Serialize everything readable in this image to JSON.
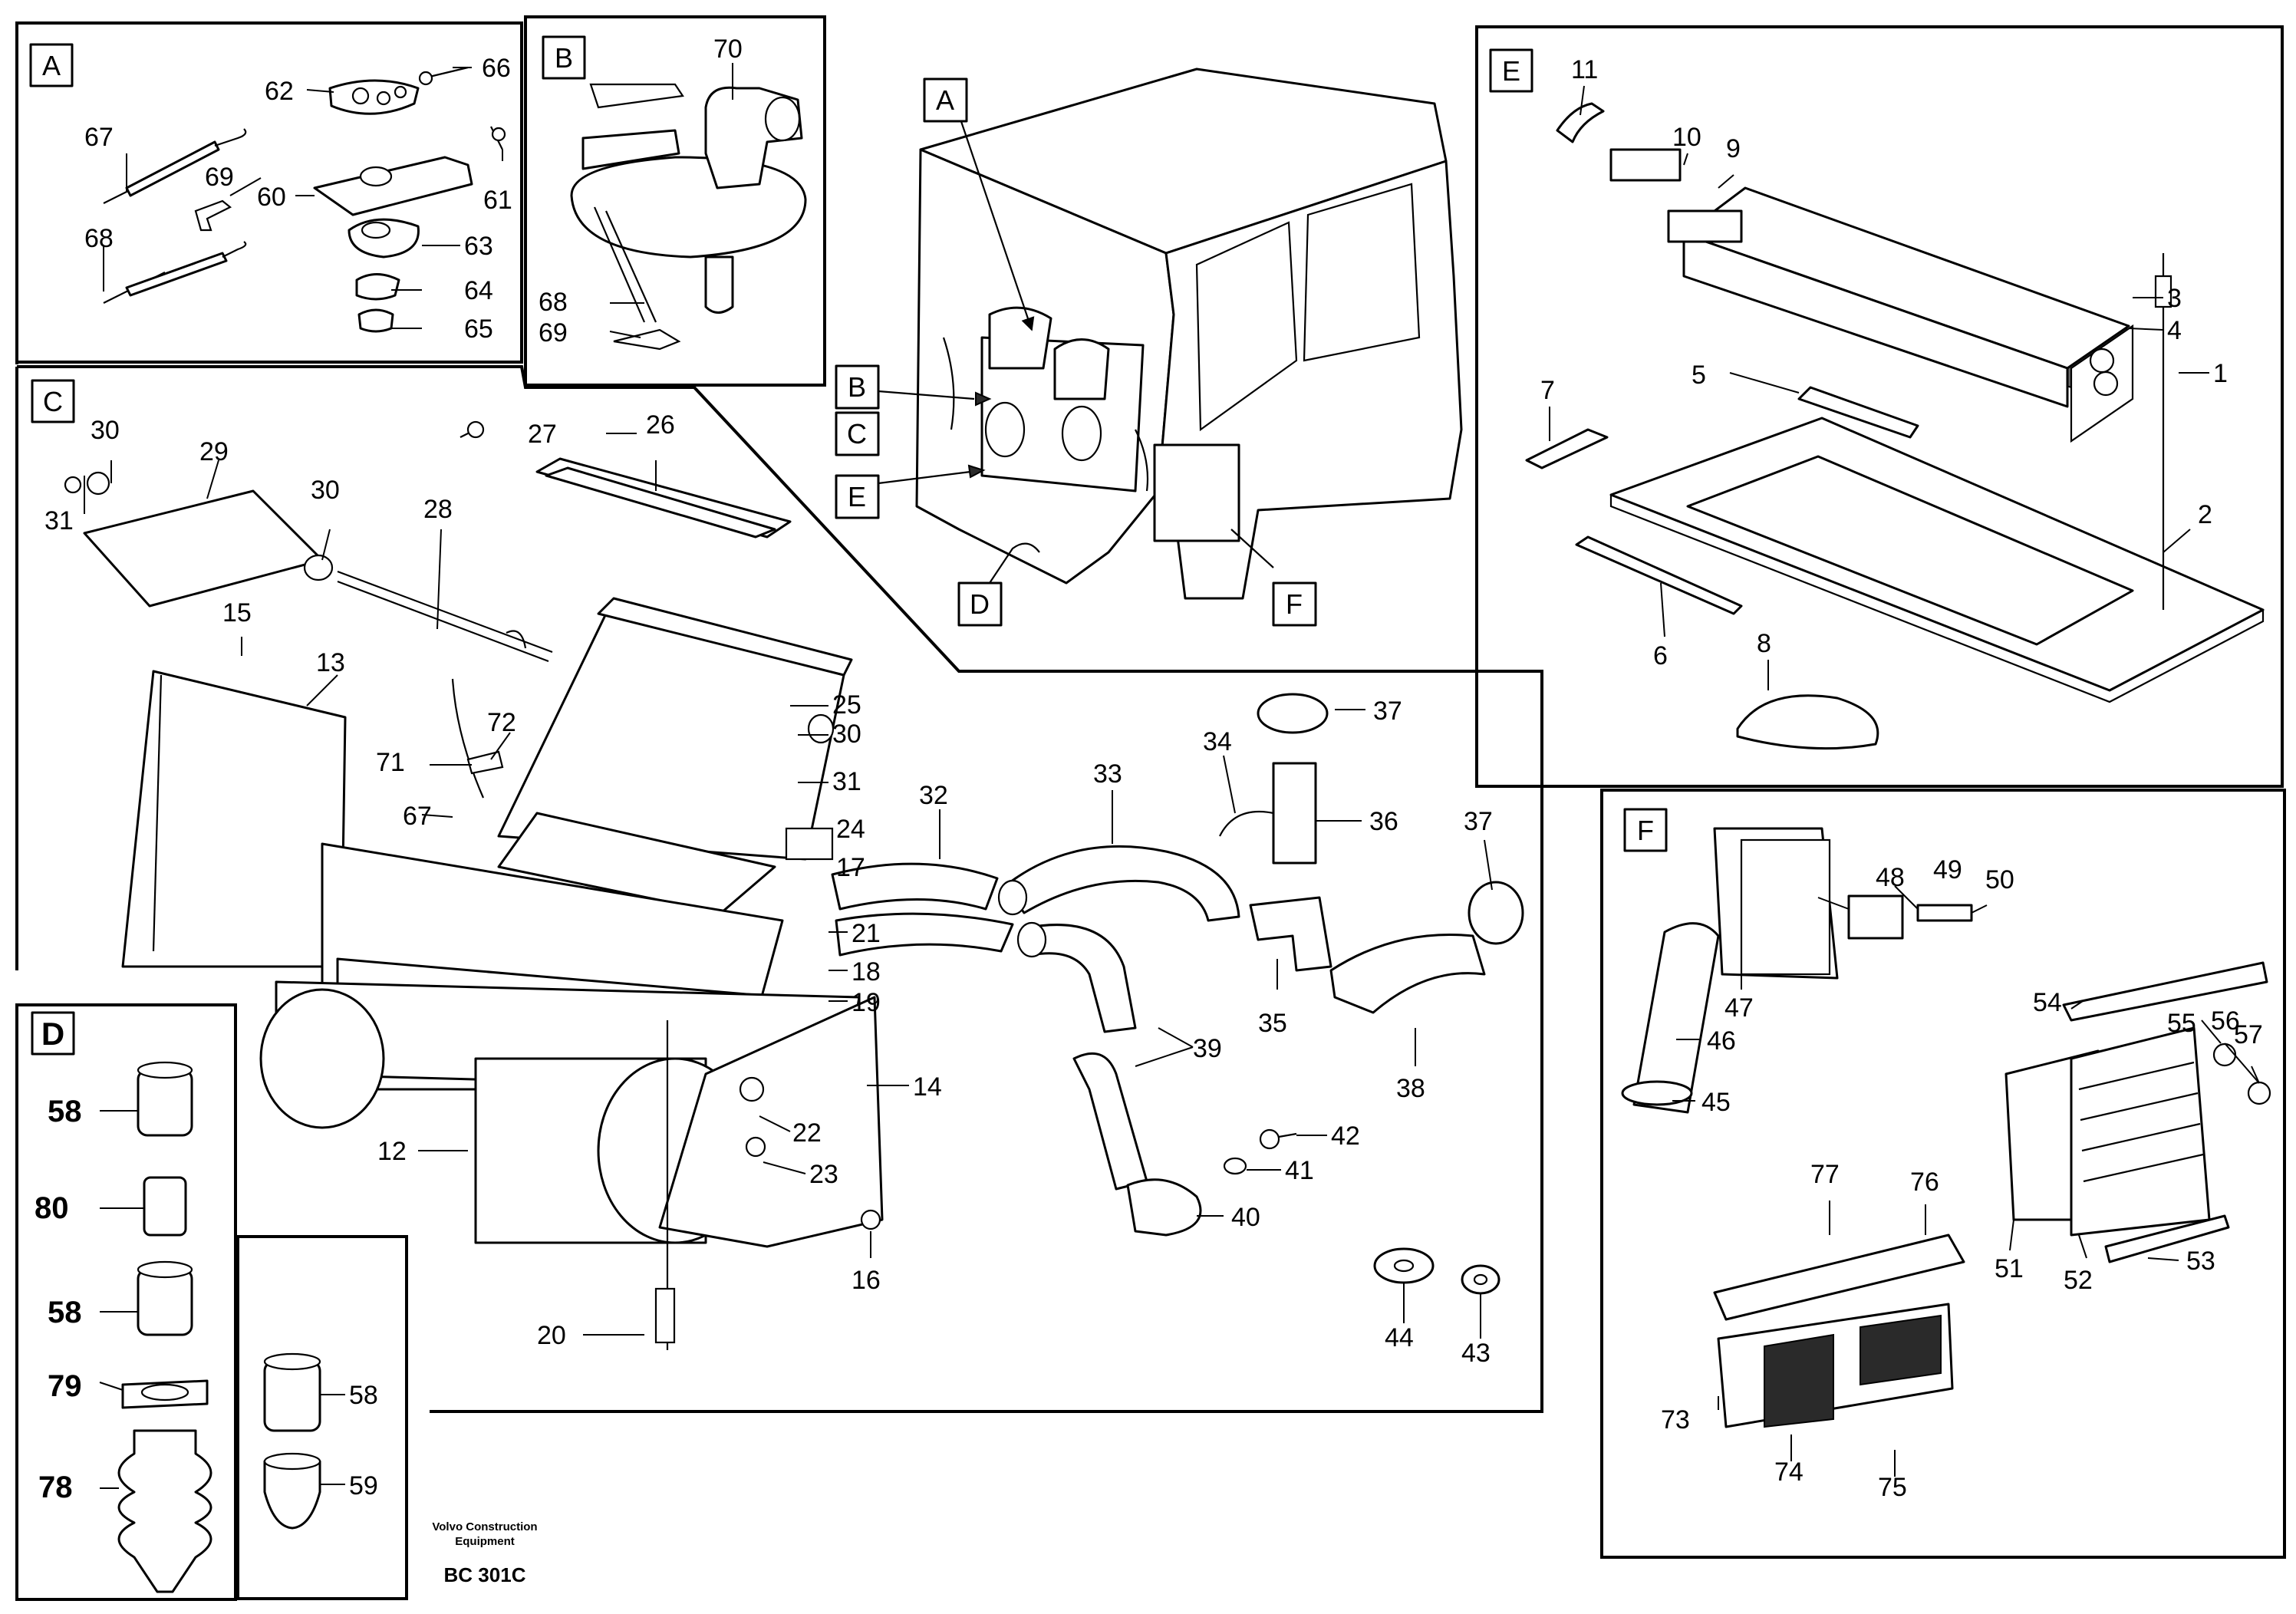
{
  "footer": {
    "company_line1": "Volvo Construction",
    "company_line2": "Equipment",
    "code": "BC 301C"
  },
  "section_labels": {
    "A": "A",
    "B": "B",
    "C": "C",
    "D": "D",
    "E": "E",
    "F": "F"
  },
  "callouts": {
    "overview": [
      "A",
      "B",
      "C",
      "E",
      "D",
      "F"
    ],
    "A": [
      "66",
      "62",
      "67",
      "69",
      "60",
      "61",
      "63",
      "68",
      "64",
      "65"
    ],
    "B": [
      "70",
      "68",
      "69"
    ],
    "C": [
      "27",
      "26",
      "30",
      "31",
      "29",
      "30",
      "28",
      "15",
      "13",
      "72",
      "71",
      "25",
      "30",
      "31",
      "24",
      "67",
      "17",
      "21",
      "18",
      "19",
      "14",
      "22",
      "23",
      "12",
      "16",
      "20"
    ],
    "hoses": [
      "34",
      "37",
      "33",
      "36",
      "32",
      "37",
      "35",
      "38",
      "39",
      "42",
      "41",
      "40",
      "44",
      "43"
    ],
    "D": [
      "58",
      "80",
      "58",
      "79",
      "78",
      "58",
      "59"
    ],
    "E": [
      "11",
      "10",
      "9",
      "3",
      "4",
      "1",
      "5",
      "7",
      "2",
      "6",
      "8"
    ],
    "F": [
      "48",
      "49",
      "50",
      "47",
      "46",
      "45",
      "54",
      "55",
      "56",
      "57",
      "77",
      "76",
      "51",
      "52",
      "53",
      "73",
      "74",
      "75"
    ]
  }
}
